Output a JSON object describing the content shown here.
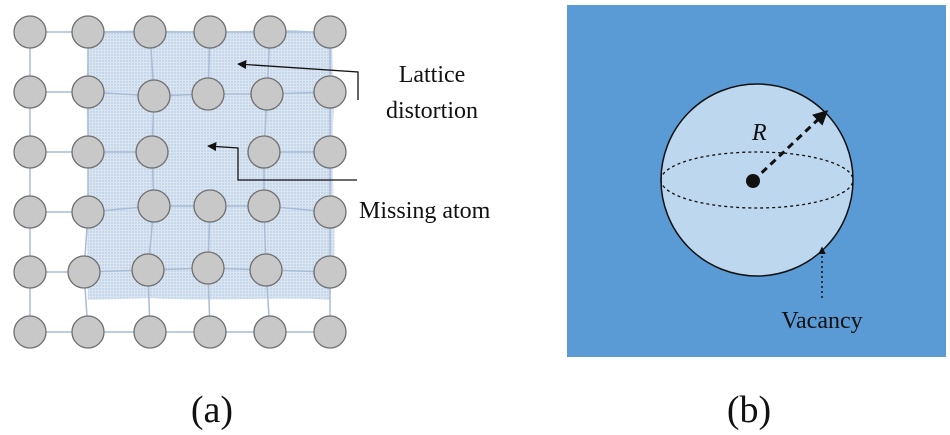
{
  "panel_a": {
    "caption": "(a)",
    "annotations": {
      "lattice_distortion": [
        "Lattice",
        "distortion"
      ],
      "missing_atom": "Missing atom"
    },
    "grid": {
      "rows": 6,
      "cols": 6
    },
    "missing_atom_position": {
      "row": 2,
      "col": 3
    },
    "colors": {
      "atom_fill": "#c8c8c8",
      "atom_stroke": "#6e6e6e",
      "bond": "#a8bcd6",
      "distortion_region": "#c9d8ec"
    }
  },
  "panel_b": {
    "caption": "(b)",
    "radius_label": "R",
    "vacancy_label": "Vacancy",
    "colors": {
      "background": "#5b9bd5",
      "sphere_fill": "#bdd7ee",
      "outline": "#111111"
    }
  }
}
